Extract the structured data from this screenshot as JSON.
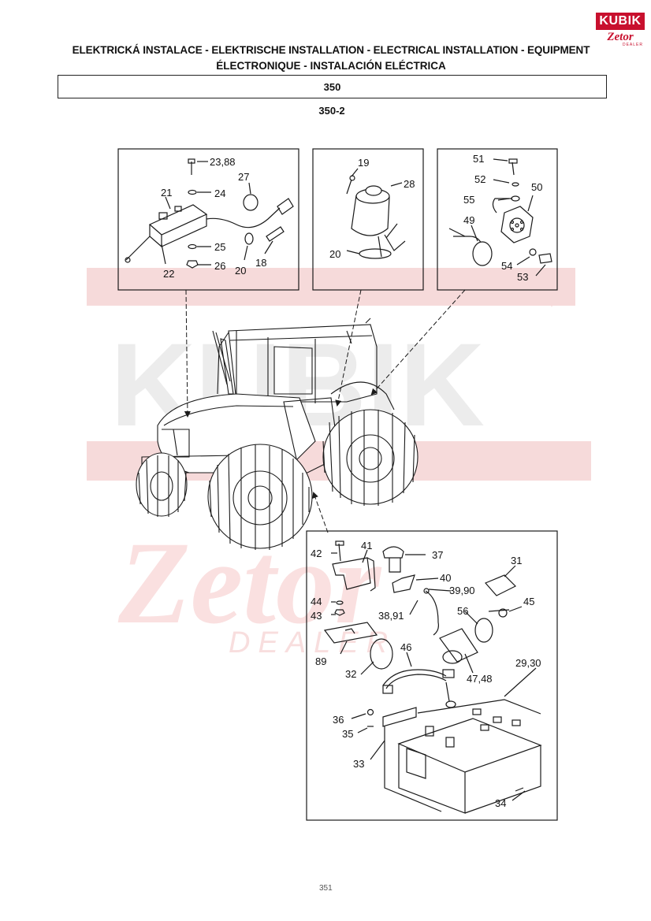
{
  "header": {
    "title_line1": "ELEKTRICKÁ INSTALACE - ELEKTRISCHE INSTALLATION - ELECTRICAL INSTALLATION - EQUIPMENT",
    "title_line2": "ÉLECTRONIQUE - INSTALACIÓN ELÉCTRICA",
    "group_code": "350",
    "sub_code": "350-2"
  },
  "logo": {
    "top_text": "KUBIK",
    "bottom_text": "Zetor",
    "dealer_text": "DEALER"
  },
  "watermark": {
    "text": "DEALER"
  },
  "page_number": "351",
  "callouts": {
    "p23_88": "23,88",
    "p24": "24",
    "p27": "27",
    "p21": "21",
    "p25": "25",
    "p26": "26",
    "p22": "22",
    "p20a": "20",
    "p18": "18",
    "p19": "19",
    "p28": "28",
    "p20b": "20",
    "p51": "51",
    "p52": "52",
    "p55": "55",
    "p50": "50",
    "p49": "49",
    "p54": "54",
    "p53": "53",
    "p42": "42",
    "p41": "41",
    "p37": "37",
    "p40": "40",
    "p31": "31",
    "p39_90": "39,90",
    "p44": "44",
    "p43": "43",
    "p38_91": "38,91",
    "p56": "56",
    "p45": "45",
    "p89": "89",
    "p46": "46",
    "p32": "32",
    "p47_48": "47,48",
    "p29_30": "29,30",
    "p36": "36",
    "p35": "35",
    "p33": "33",
    "p34": "34"
  },
  "colors": {
    "line": "#1a1a1a",
    "watermark_red": "#f3d2d2",
    "watermark_grey": "#e8e8e8",
    "logo_red": "#c8102e"
  }
}
